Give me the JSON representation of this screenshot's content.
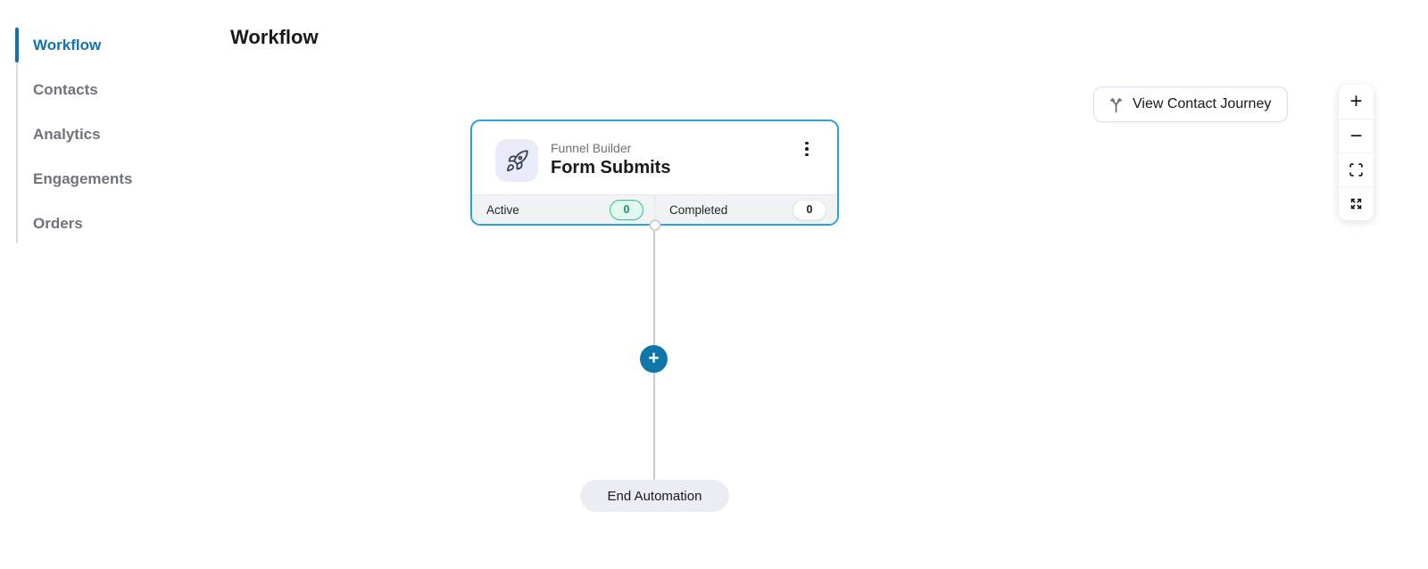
{
  "sidebar": {
    "items": [
      {
        "label": "Workflow",
        "active": true
      },
      {
        "label": "Contacts",
        "active": false
      },
      {
        "label": "Analytics",
        "active": false
      },
      {
        "label": "Engagements",
        "active": false
      },
      {
        "label": "Orders",
        "active": false
      }
    ]
  },
  "header": {
    "title": "Workflow"
  },
  "toolbar": {
    "view_contact_journey_label": "View Contact Journey"
  },
  "canvas": {
    "node": {
      "type_label": "Funnel Builder",
      "title": "Form Submits",
      "stats": [
        {
          "label": "Active",
          "value": "0",
          "style": "green"
        },
        {
          "label": "Completed",
          "value": "0",
          "style": "white"
        }
      ]
    },
    "add_button_glyph": "+",
    "end_pill_label": "End Automation"
  },
  "zoom_controls": {
    "zoom_in_glyph": "+",
    "zoom_out_glyph": "−"
  },
  "colors": {
    "accent_blue": "#1173ad",
    "node_border_blue": "#2ea0d8",
    "add_button_blue": "#0e76a8",
    "badge_green_border": "#2fbf8f",
    "badge_green_bg": "#e2f8ef",
    "badge_green_text": "#139862",
    "footer_bg": "#f0f2f5",
    "icon_box_bg": "#e9ebf9",
    "end_pill_bg": "#ebedf4",
    "edge_line": "#c8cacd"
  }
}
